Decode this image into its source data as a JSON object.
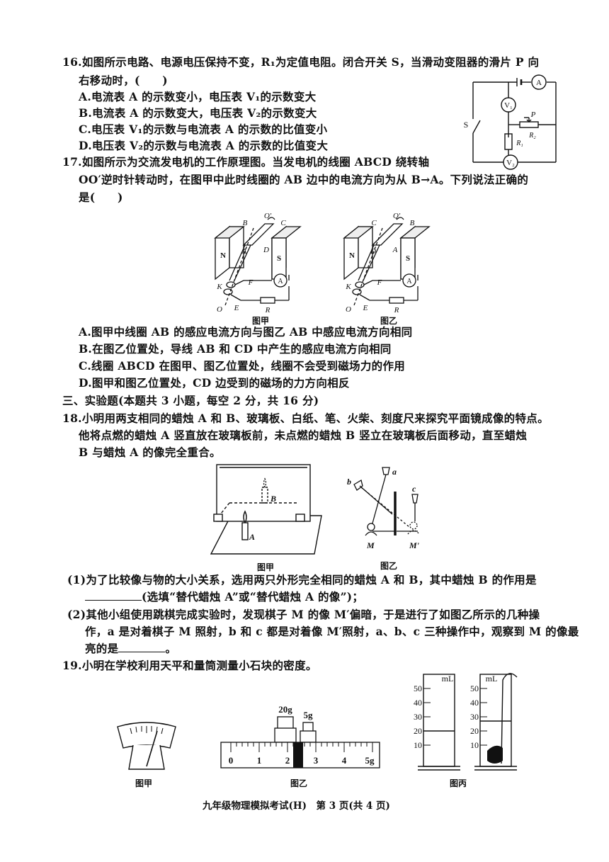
{
  "q16": {
    "stem1": "16.如图所示电路、电源电压保持不变，R₁为定值电阻。闭合开关 S，当滑动变阻器的滑片 P 向",
    "stem2": "右移动时，(　　)",
    "optA": "A.电流表 A 的示数变小，电压表 V₁的示数变大",
    "optB": "B.电流表 A 的示数变大，电压表 V₂的示数变大",
    "optC": "C.电压表 V₁的示数与电流表 A 的示数的比值变小",
    "optD": "D.电压表 V₂的示数与电流表 A 的示数的比值变大",
    "fig": {
      "ammeter": "A",
      "v1": "V₁",
      "v2": "V₂",
      "switch": "S",
      "slider": "P",
      "r1": "R₁",
      "r2": "R₂"
    }
  },
  "q17": {
    "stem1": "17.如图所示为交流发电机的工作原理图。当发电机的线圈 ABCD 绕转轴",
    "stem2": "OO′逆时针转动时，在图甲中此时线圈的 AB 边中的电流方向为从 B→A。下列说法正确的",
    "stem3": "是(　　)",
    "fig_left": {
      "n": "N",
      "s": "S",
      "a": "A",
      "b": "B",
      "c": "C",
      "d": "D",
      "o": "O",
      "o2": "O'",
      "k": "K",
      "e": "E",
      "f": "F",
      "r": "R",
      "ammeter": "A",
      "caption": "图甲"
    },
    "fig_right": {
      "n": "N",
      "s": "S",
      "a": "A",
      "b": "B",
      "c": "C",
      "d": "D",
      "o": "O",
      "o2": "Q'",
      "k": "K",
      "e": "E",
      "f": "F",
      "r": "R",
      "ammeter": "A",
      "caption": "图乙"
    },
    "optA": "A.图甲中线圈 AB 的感应电流方向与图乙 AB 中感应电流方向相同",
    "optB": "B.在图乙位置处，导线 AB 和 CD 中产生的感应电流方向相同",
    "optC": "C.线圈 ABCD 在图甲、图乙位置处，线圈不会受到磁场力的作用",
    "optD": "D.图甲和图乙位置处，CD 边受到的磁场的力方向相反"
  },
  "section3": "三、实验题(本题共 3 小题，每空 2 分，共 16 分)",
  "q18": {
    "stem1": "18.小明用两支相同的蜡烛 A 和 B、玻璃板、白纸、笔、火柴、刻度尺来探究平面镜成像的特点。",
    "stem2": "他将点燃的蜡烛 A 竖直放在玻璃板前，未点燃的蜡烛 B 竖立在玻璃板后面移动，直至蜡烛",
    "stem3": "B 与蜡烛 A 的像完全重合。",
    "fig_left": {
      "a": "A",
      "b": "B",
      "caption": "图甲"
    },
    "fig_right": {
      "a": "a",
      "b": "b",
      "c": "c",
      "m": "M",
      "m2": "M'",
      "caption": "图乙"
    },
    "p1_1": "(1)为了比较像与物的大小关系，选用两只外形完全相同的蜡烛 A 和 B，其中蜡烛 B 的作用是",
    "p1_2": "(选填“替代蜡烛 A”或“替代蜡烛 A 的像”)；",
    "p2_1": "(2)其他小组使用跳棋完成实验时，发现棋子 M 的像 M′偏暗，于是进行了如图乙所示的几种操",
    "p2_2": "作，a 是对着棋子 M 照射，b 和 c 都是对着像 M′照射，a、b、c 三种操作中，观察到 M 的像最",
    "p2_3a": "亮的是",
    "p2_3b": "。"
  },
  "q19": {
    "stem": "19.小明在学校利用天平和量筒测量小石块的密度。",
    "fig_a_caption": "图甲",
    "fig_b": {
      "w1": "20g",
      "w2": "5g",
      "ticks": [
        "0",
        "1",
        "2",
        "3",
        "4",
        "5g"
      ],
      "caption": "图乙"
    },
    "fig_c": {
      "unit": "mL",
      "ticks": [
        "50",
        "40",
        "30",
        "20",
        "10"
      ],
      "caption": "图丙"
    }
  },
  "footer": "九年级物理模拟考试(H)　第 3 页(共 4 页)"
}
